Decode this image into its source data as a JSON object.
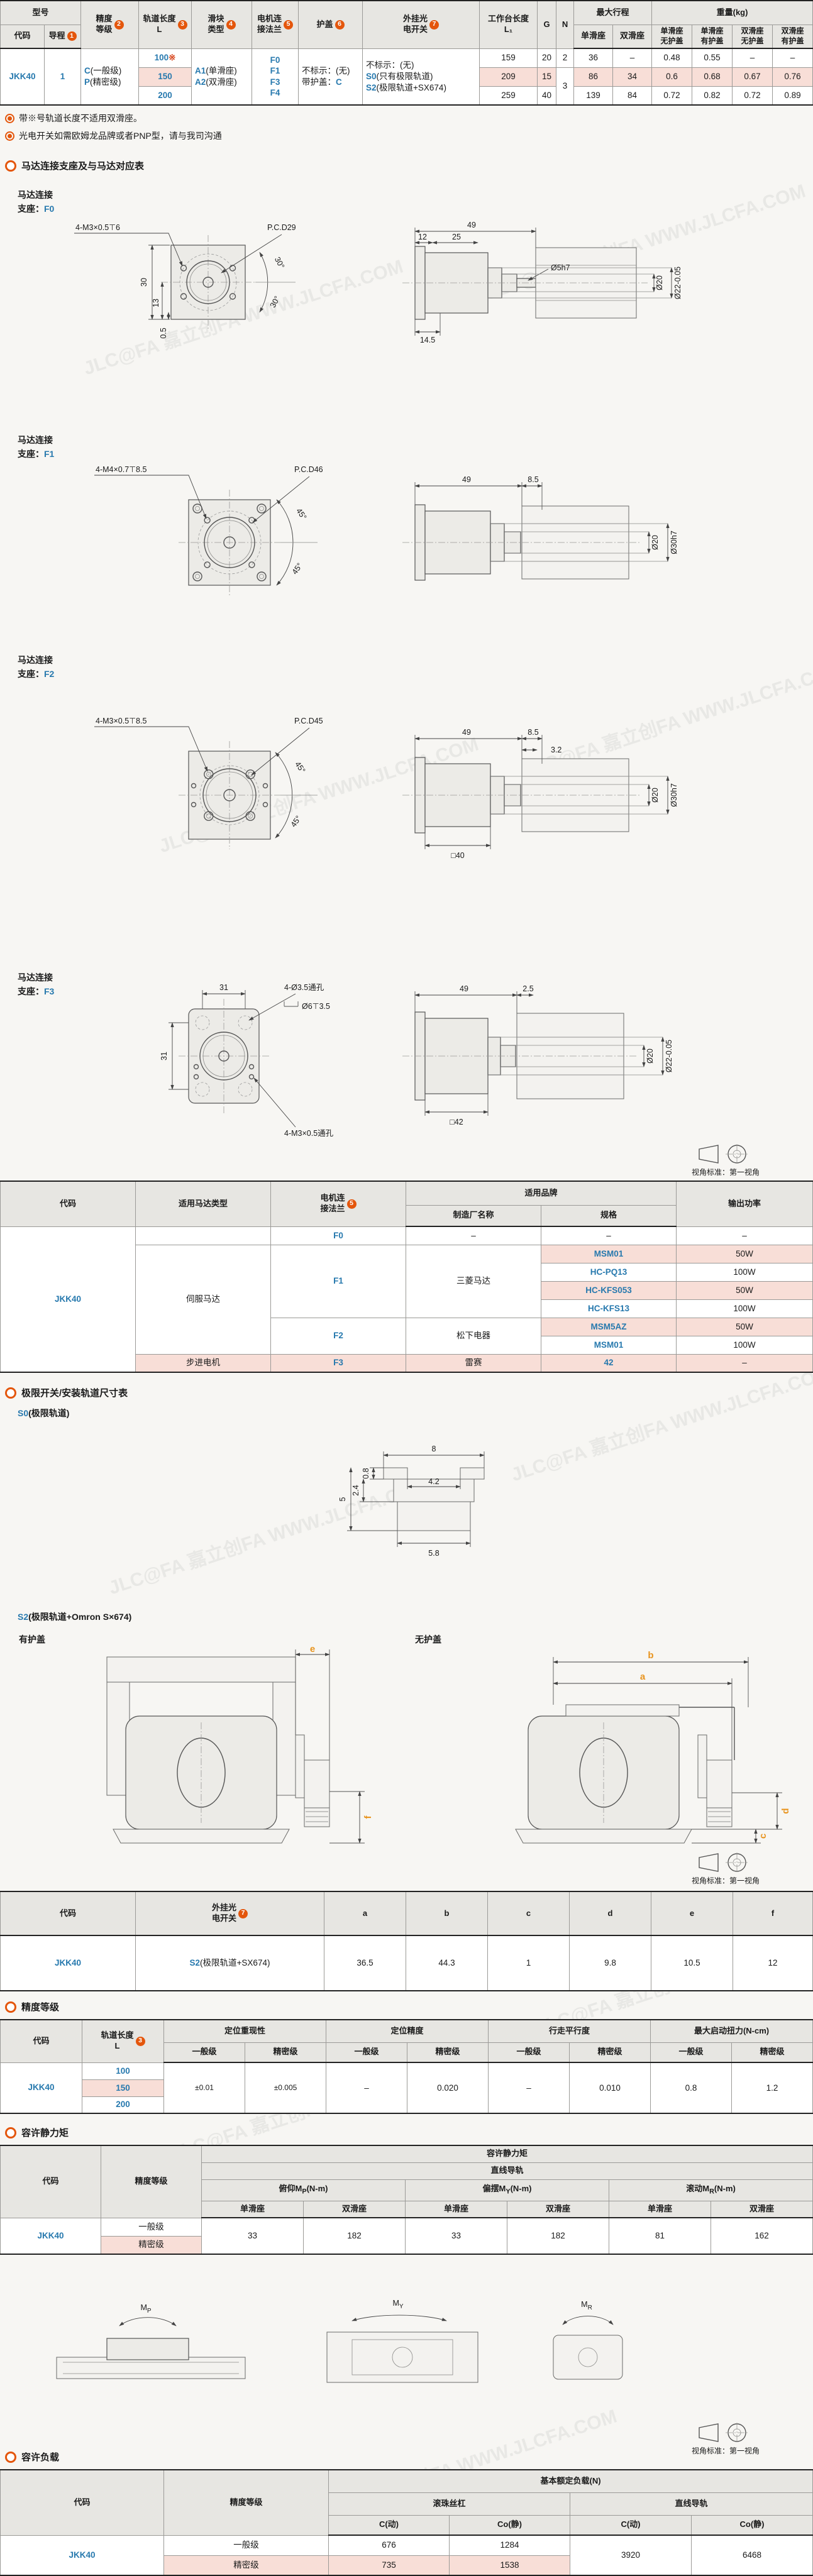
{
  "page": {
    "watermark": "JLC@FA 嘉立创FA WWW.JLCFA.COM",
    "view_note": "视角标准：第一视角"
  },
  "spec_table": {
    "h_model": "型号",
    "h_code": "代码",
    "h_lead": "导程",
    "b_lead": "1",
    "h_precision_1": "精度",
    "h_precision_2": "等级",
    "b_precision": "2",
    "h_rail_1": "轨道长度",
    "h_rail_2": "L",
    "b_rail": "3",
    "h_slider_1": "滑块",
    "h_slider_2": "类型",
    "b_slider": "4",
    "h_flange_1": "电机连",
    "h_flange_2": "接法兰",
    "b_flange": "5",
    "h_cover": "护盖",
    "b_cover": "6",
    "h_photo_1": "外挂光",
    "h_photo_2": "电开关",
    "b_photo": "7",
    "h_len_1": "工作台长度",
    "h_len_2": "L₁",
    "h_g": "G",
    "h_n": "N",
    "h_stroke": "最大行程",
    "h_single": "单滑座",
    "h_double": "双滑座",
    "h_weight": "重量(kg)",
    "h_w1_1": "单滑座",
    "h_w1_2": "无护盖",
    "h_w2_1": "单滑座",
    "h_w2_2": "有护盖",
    "h_w3_1": "双滑座",
    "h_w3_2": "无护盖",
    "h_w4_1": "双滑座",
    "h_w4_2": "有护盖",
    "code": "JKK40",
    "lead": "1",
    "precision_c": "C",
    "precision_c_rest": "(一般级)",
    "precision_p": "P",
    "precision_p_rest": "(精密级)",
    "len_100": "100",
    "len_100_star": "※",
    "len_150": "150",
    "len_200": "200",
    "slider_a1": "A1",
    "slider_a1_rest": "(单滑座)",
    "slider_a2": "A2",
    "slider_a2_rest": "(双滑座)",
    "flange_f0": "F0",
    "flange_f1": "F1",
    "flange_f3": "F3",
    "flange_f4": "F4",
    "cover_none": "不标示：(无)",
    "cover_pre": "带护盖：",
    "cover_c": "C",
    "photo_none": "不标示：(无)",
    "photo_s0": "S0",
    "photo_s0_rest": "(只有极限轨道)",
    "photo_s2": "S2",
    "photo_s2_rest": "(极限轨道+SX674)",
    "rows": [
      {
        "l1": "159",
        "g": "20",
        "n": "2",
        "ss": "36",
        "sd": "–",
        "w1": "0.48",
        "w2": "0.55",
        "w3": "–",
        "w4": "–"
      },
      {
        "l1": "209",
        "g": "15",
        "n": "3",
        "ss": "86",
        "sd": "34",
        "w1": "0.6",
        "w2": "0.68",
        "w3": "0.67",
        "w4": "0.76"
      },
      {
        "l1": "259",
        "g": "40",
        "ss": "139",
        "sd": "84",
        "w1": "0.72",
        "w2": "0.82",
        "w3": "0.72",
        "w4": "0.89"
      }
    ]
  },
  "notes": {
    "n1": "带※号轨道长度不适用双滑座。",
    "n2": "光电开关如需欧姆龙品牌或者PNP型，请与我司沟通"
  },
  "motor_section": {
    "title": "马达连接支座及与马达对应表",
    "label_line1": "马达连接",
    "label_prefix": "支座：",
    "f0": {
      "code": "F0",
      "thread": "4-M3×0.5⊤6",
      "pcd_label": "P.C.D",
      "pcd": "29",
      "dim_30": "30",
      "dim_13": "13",
      "dim_05": "0.5",
      "ang_1": "30°",
      "ang_2": "30°",
      "side_49": "49",
      "side_12": "12",
      "side_25": "25",
      "side_145": "14.5",
      "shaft_1": "Ø5h7",
      "shaft_2": "Ø20",
      "shaft_3": "Ø22-0.05"
    },
    "f1": {
      "code": "F1",
      "thread": "4-M4×0.7⊤8.5",
      "pcd_label": "P.C.D",
      "pcd": "46",
      "ang_1": "45°",
      "ang_2": "45°",
      "side_49": "49",
      "side_85": "8.5",
      "shaft_1": "Ø20",
      "shaft_2": "Ø30h7"
    },
    "f2": {
      "code": "F2",
      "thread": "4-M3×0.5⊤8.5",
      "pcd_label": "P.C.D",
      "pcd": "45",
      "ang_1": "45°",
      "ang_2": "45°",
      "side_49": "49",
      "side_85": "8.5",
      "side_32": "3.2",
      "shaft_1": "Ø20",
      "shaft_2": "Ø30h7",
      "shaft_3": "□40"
    },
    "f3": {
      "code": "F3",
      "dim_w": "31",
      "dim_h": "31",
      "holes": "4-Ø3.5通孔",
      "cbore": "Ø6⊤3.5",
      "thread": "4-M3×0.5通孔",
      "side_49": "49",
      "side_25": "2.5",
      "shaft_1": "Ø20",
      "shaft_2": "Ø22-0.05",
      "shaft_3": "□42"
    }
  },
  "motor_table": {
    "h_code": "代码",
    "h_type": "适用马达类型",
    "h_flange_1": "电机连",
    "h_flange_2": "接法兰",
    "b_flange": "5",
    "h_brand": "适用品牌",
    "h_mfr": "制造厂名称",
    "h_spec": "规格",
    "h_power": "输出功率",
    "code": "JKK40",
    "servo": "伺服马达",
    "stepper": "步进电机",
    "f0": "F0",
    "f1": "F1",
    "f2": "F2",
    "f3": "F3",
    "mfr_none": "–",
    "spec_none": "–",
    "power_none": "–",
    "mitsubishi": "三菱马达",
    "panasonic": "松下电器",
    "leisai": "雷赛",
    "leisai_spec": "42",
    "leisai_power": "–",
    "specs": [
      {
        "spec": "MSM01",
        "power": "50W"
      },
      {
        "spec": "HC-PQ13",
        "power": "100W"
      },
      {
        "spec": "HC-KFS053",
        "power": "50W"
      },
      {
        "spec": "HC-KFS13",
        "power": "100W"
      },
      {
        "spec": "MSM5AZ",
        "power": "50W"
      },
      {
        "spec": "MSM01",
        "power": "100W"
      }
    ]
  },
  "s0_section": {
    "title": "极限开关/安装轨道尺寸表",
    "sub_code": "S0",
    "sub_rest": "(极限轨道)",
    "dim_8": "8",
    "dim_08": "0.8",
    "dim_42": "4.2",
    "dim_24": "2.4",
    "dim_5": "5",
    "dim_58": "5.8"
  },
  "s2_section": {
    "sub_code": "S2",
    "sub_rest": "(极限轨道+Omron S×674)",
    "with_cover": "有护盖",
    "without_cover": "无护盖",
    "dim_a": "a",
    "dim_b": "b",
    "dim_c": "c",
    "dim_d": "d",
    "dim_e": "e",
    "dim_f": "f"
  },
  "s2_table": {
    "h_code": "代码",
    "h_photo_1": "外挂光",
    "h_photo_2": "电开关",
    "b_photo": "7",
    "h_a": "a",
    "h_b": "b",
    "h_c": "c",
    "h_d": "d",
    "h_e": "e",
    "h_f": "f",
    "code": "JKK40",
    "photo_code": "S2",
    "photo_rest": "(极限轨道+SX674)",
    "a": "36.5",
    "b": "44.3",
    "c": "1",
    "d": "9.8",
    "e": "10.5",
    "f": "12"
  },
  "precision_table": {
    "title": "精度等级",
    "h_code": "代码",
    "h_rail_1": "轨道长度",
    "h_rail_2": "L",
    "b_rail": "3",
    "g1": "定位重现性",
    "g2": "定位精度",
    "g3": "行走平行度",
    "g4": "最大启动扭力(N-cm)",
    "std": "一般级",
    "prec": "精密级",
    "code": "JKK40",
    "len_1": "100",
    "len_2": "150",
    "len_3": "200",
    "v1": "±0.01",
    "v2": "±0.005",
    "v3": "–",
    "v4": "0.020",
    "v5": "–",
    "v6": "0.010",
    "v7": "0.8",
    "v8": "1.2"
  },
  "moment_table": {
    "title": "容许静力矩",
    "h_code": "代码",
    "h_prec": "精度等级",
    "h_moment": "容许静力矩",
    "h_rail": "直线导轨",
    "g1_pre": "俯仰M",
    "g1_sub": "P",
    "g1_post": "(N-m)",
    "g2_pre": "偏摆M",
    "g2_sub": "Y",
    "g2_post": "(N-m)",
    "g3_pre": "滚动M",
    "g3_sub": "R",
    "g3_post": "(N-m)",
    "h_single": "单滑座",
    "h_double": "双滑座",
    "code": "JKK40",
    "std": "一般级",
    "prec": "精密级",
    "v1": "33",
    "v2": "182",
    "v3": "33",
    "v4": "182",
    "v5": "81",
    "v6": "162"
  },
  "m_diagrams": {
    "m_pre": "M",
    "mp_sub": "P",
    "my_sub": "Y",
    "mr_sub": "R"
  },
  "load_table": {
    "title": "容许负载",
    "h_code": "代码",
    "h_prec": "精度等级",
    "h_load": "基本额定负载(N)",
    "h_screw": "滚珠丝杠",
    "h_rail": "直线导轨",
    "h_c": "C(动)",
    "h_co": "Co(静)",
    "code": "JKK40",
    "rows": [
      {
        "prec": "一般级",
        "c": "676",
        "co": "1284"
      },
      {
        "prec": "精密级",
        "c": "735",
        "co": "1538"
      }
    ],
    "rail_c": "3920",
    "rail_co": "6468"
  }
}
